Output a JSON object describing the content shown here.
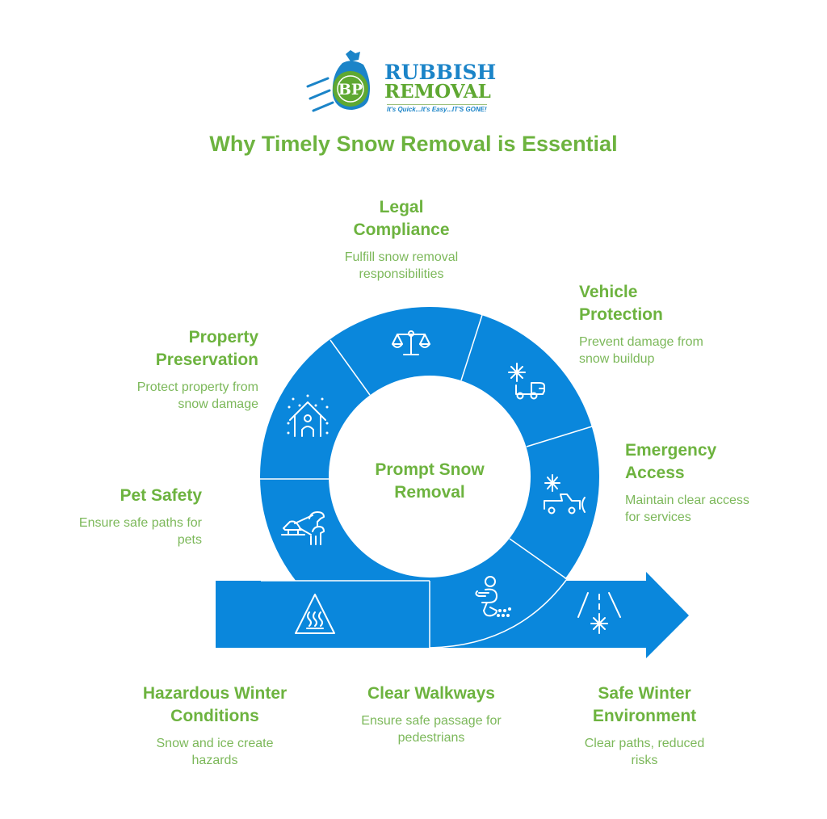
{
  "logo": {
    "line1": "RUBBISH",
    "line2": "REMOVAL",
    "monogram": "BP",
    "tagline": "It's Quick...It's Easy...IT'S GONE!"
  },
  "title": "Why Timely Snow Removal is Essential",
  "center": {
    "line1": "Prompt Snow",
    "line2": "Removal"
  },
  "colors": {
    "ring_blue": "#0a87dc",
    "text_green": "#6db33f",
    "divider": "#ffffff"
  },
  "segments": [
    {
      "id": "legal-compliance",
      "title_line1": "Legal",
      "title_line2": "Compliance",
      "desc_line1": "Fulfill snow removal",
      "desc_line2": "responsibilities",
      "icon": "scales-of-justice-icon"
    },
    {
      "id": "vehicle-protection",
      "title_line1": "Vehicle",
      "title_line2": "Protection",
      "desc_line1": "Prevent damage from",
      "desc_line2": "snow buildup",
      "icon": "snowflake-truck-icon"
    },
    {
      "id": "property-preservation",
      "title_line1": "Property",
      "title_line2": "Preservation",
      "desc_line1": "Protect property from",
      "desc_line2": "snow damage",
      "icon": "snowy-house-person-icon"
    },
    {
      "id": "emergency-access",
      "title_line1": "Emergency",
      "title_line2": "Access",
      "desc_line1": "Maintain clear access",
      "desc_line2": "for services",
      "icon": "snowplow-vehicle-icon"
    },
    {
      "id": "pet-safety",
      "title_line1": "Pet Safety",
      "title_line2": "",
      "desc_line1": "Ensure safe paths for",
      "desc_line2": "pets",
      "icon": "dogs-sled-icon"
    },
    {
      "id": "hazardous-winter-conditions",
      "title_line1": "Hazardous Winter",
      "title_line2": "Conditions",
      "desc_line1": "Snow and ice create",
      "desc_line2": "hazards",
      "icon": "hot-surface-warning-icon"
    },
    {
      "id": "clear-walkways",
      "title_line1": "Clear Walkways",
      "title_line2": "",
      "desc_line1": "Ensure safe passage for",
      "desc_line2": "pedestrians",
      "icon": "person-shoveling-icon"
    },
    {
      "id": "safe-winter-environment",
      "title_line1": "Safe Winter",
      "title_line2": "Environment",
      "desc_line1": "Clear paths, reduced",
      "desc_line2": "risks",
      "icon": "snowy-road-icon"
    }
  ]
}
